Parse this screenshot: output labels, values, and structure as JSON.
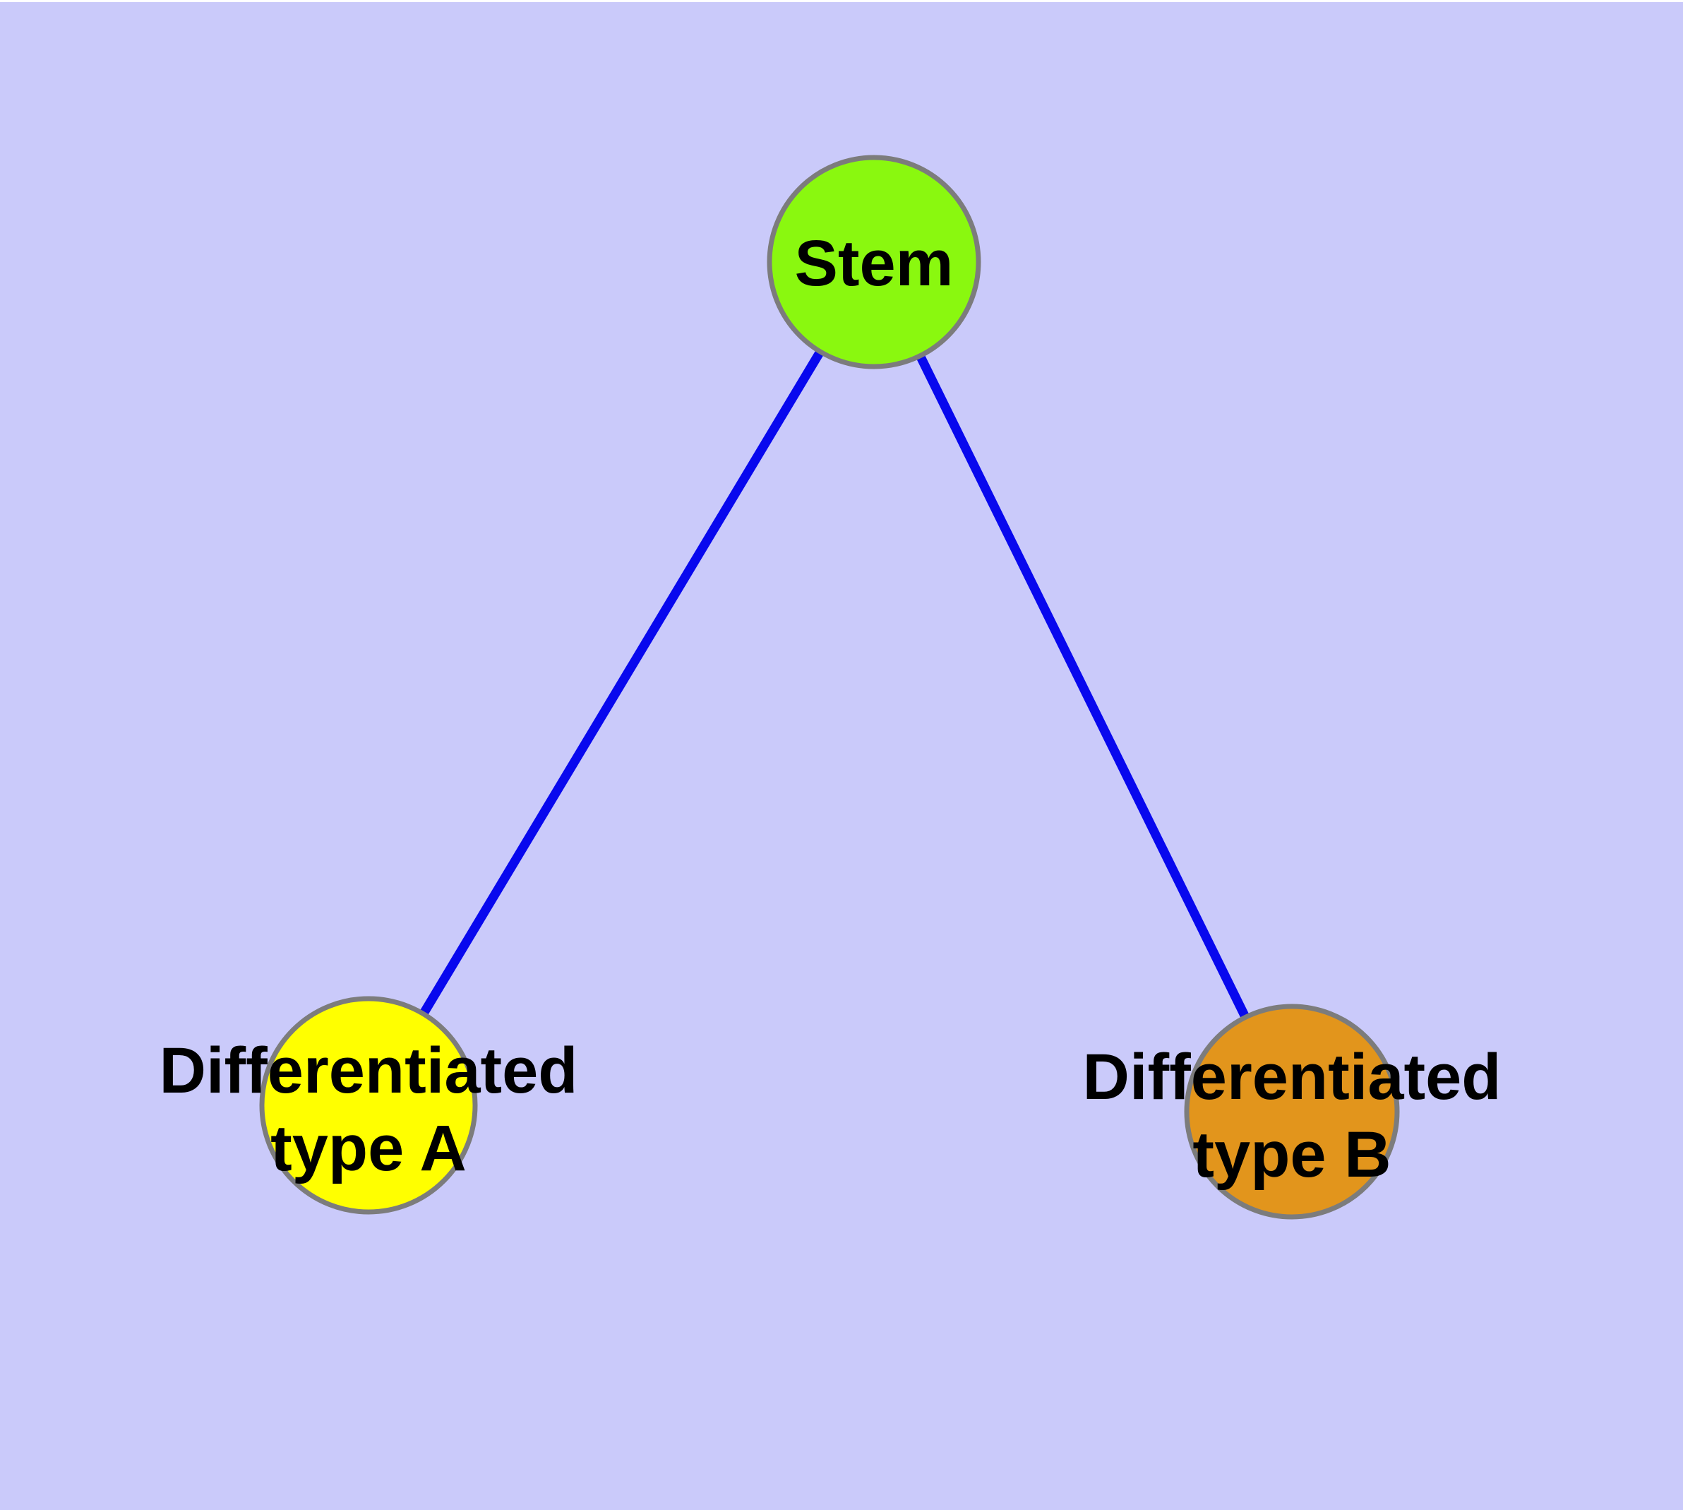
{
  "diagram": {
    "background_color": "#CACAFA",
    "top_strip_color": "#FFFFFF",
    "edge_color": "#0808EE",
    "node_border_color": "#7C7C7C",
    "text_color": "#000000",
    "nodes": {
      "stem": {
        "label": "Stem",
        "fill": "#8AF80F"
      },
      "type_a": {
        "label_line1": "Differentiated",
        "label_line2": "type A",
        "fill": "#FFFF00"
      },
      "type_b": {
        "label_line1": "Differentiated",
        "label_line2": "type B",
        "fill": "#E2951C"
      }
    },
    "edges": [
      {
        "from": "Stem",
        "to": "Differentiated type A"
      },
      {
        "from": "Stem",
        "to": "Differentiated type B"
      }
    ]
  }
}
